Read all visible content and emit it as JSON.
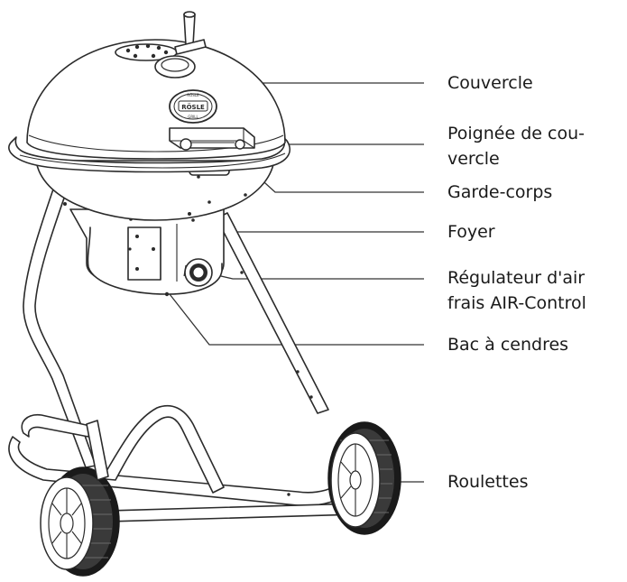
{
  "labels": {
    "lid": "Couvercle",
    "lid_handle_line1": "Poignée de cou-",
    "lid_handle_line2": "vercle",
    "guard_rail": "Garde-corps",
    "firebox": "Foyer",
    "air_regulator_line1": "Régulateur d'air",
    "air_regulator_line2": "frais AIR-Control",
    "ash_tray": "Bac à cendres",
    "wheels": "Roulettes"
  },
  "logo": {
    "top_text": "RÖSLE",
    "center_text": "RÖSLE",
    "bottom_text": "GRILL"
  },
  "colors": {
    "line": "#2b2b2b",
    "wheel_tread": "#1a1a1a",
    "text": "#1a1a1a"
  }
}
